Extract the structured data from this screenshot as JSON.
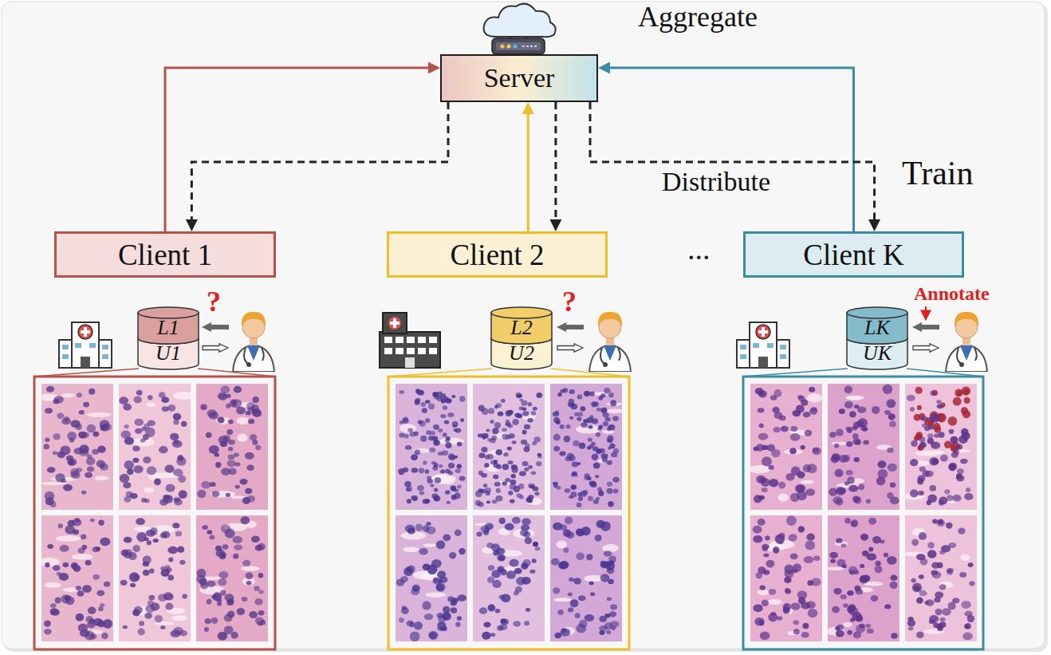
{
  "diagram": {
    "nodes": [
      {
        "text": [
          "Server"
        ]
      },
      {
        "text": [
          "Client 1"
        ]
      },
      {
        "text": [
          "Client 2"
        ]
      },
      {
        "text": [
          "Client K"
        ]
      },
      {
        "text": [
          "L1",
          "U1"
        ]
      },
      {
        "text": [
          "L2",
          "U2"
        ]
      },
      {
        "text": [
          "LK",
          "UK"
        ]
      }
    ],
    "edges": [
      {
        "from": 1,
        "to": 0,
        "arrow": "to"
      },
      {
        "from": 0,
        "to": 1,
        "arrow": "to"
      },
      {
        "from": 2,
        "to": 0,
        "arrow": "to"
      },
      {
        "from": 0,
        "to": 2,
        "arrow": "to"
      },
      {
        "from": 3,
        "to": 0,
        "arrow": "to"
      },
      {
        "from": 0,
        "to": 3,
        "arrow": "to"
      }
    ],
    "labels": [
      "Aggregate",
      "Distribute",
      "Train",
      "...",
      "?",
      "?",
      "Annotate"
    ]
  }
}
